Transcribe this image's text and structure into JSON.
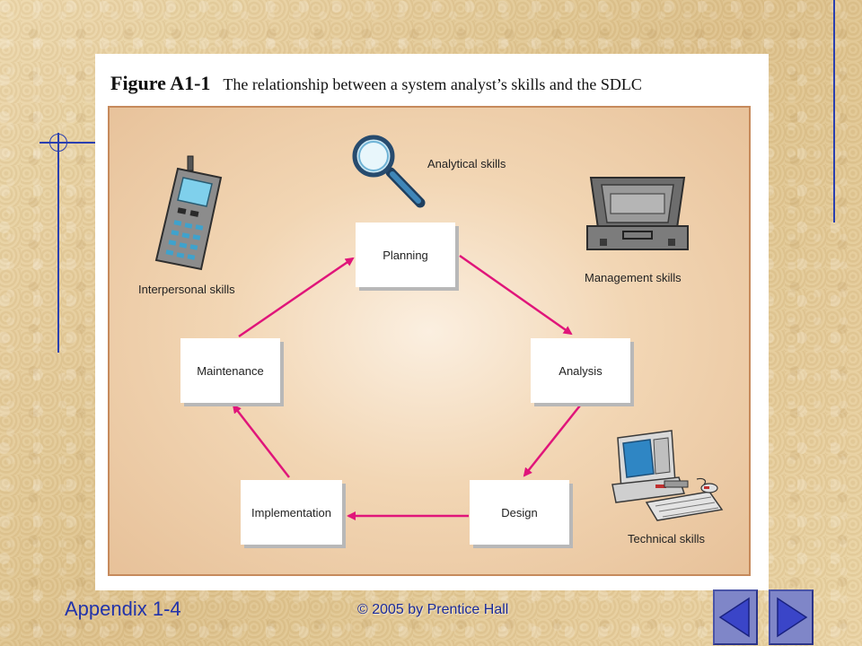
{
  "figure": {
    "number": "Figure A1-1",
    "caption": "The relationship between a system analyst’s skills and the SDLC"
  },
  "sdlc_phases": {
    "planning": "Planning",
    "analysis": "Analysis",
    "design": "Design",
    "implementation": "Implementation",
    "maintenance": "Maintenance"
  },
  "skills": {
    "analytical": "Analytical skills",
    "management": "Management skills",
    "interpersonal": "Interpersonal skills",
    "technical": "Technical skills"
  },
  "footer": {
    "section": "Appendix 1-4",
    "copyright": "© 2005 by Prentice Hall"
  },
  "colors": {
    "arrow": "#e0157a",
    "frame": "#c68a5c",
    "accent_blue": "#2a3fb0"
  },
  "icons": {
    "analytical": "magnifying-glass-icon",
    "management": "briefcase-icon",
    "interpersonal": "mobile-phone-icon",
    "technical": "computer-icon"
  }
}
